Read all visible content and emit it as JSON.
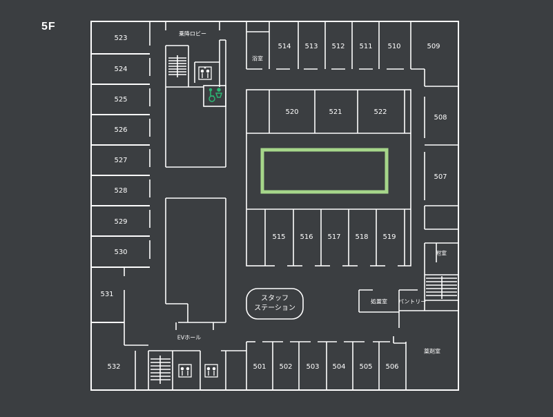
{
  "floor": "5F",
  "rooms": {
    "r501": "501",
    "r502": "502",
    "r503": "503",
    "r504": "504",
    "r505": "505",
    "r506": "506",
    "r507": "507",
    "r508": "508",
    "r509": "509",
    "r510": "510",
    "r511": "511",
    "r512": "512",
    "r513": "513",
    "r514": "514",
    "r515": "515",
    "r516": "516",
    "r517": "517",
    "r518": "518",
    "r519": "519",
    "r520": "520",
    "r521": "521",
    "r522": "522",
    "r523": "523",
    "r524": "524",
    "r525": "525",
    "r526": "526",
    "r527": "527",
    "r528": "528",
    "r529": "529",
    "r530": "530",
    "r531": "531",
    "r532": "532"
  },
  "labels": {
    "boarding_lobby": "乗降ロビー",
    "bath_room": "浴室",
    "bath_room_prefix": "浴",
    "ev_hall": "EVホール",
    "staff_station_line1": "スタッフ",
    "staff_station_line2": "ステーション",
    "treatment_room": "処置室",
    "pantry": "パントリー",
    "storage": "附室",
    "pharmacy": "薬剤室"
  },
  "colors": {
    "background": "#3b3e41",
    "wall": "#ffffff",
    "courtyard": "#a6d68a",
    "accessible_icon": "#2bb673"
  },
  "icons": [
    "elevator-icon",
    "wheelchair-icon",
    "toilet-icon",
    "stairs-icon"
  ]
}
